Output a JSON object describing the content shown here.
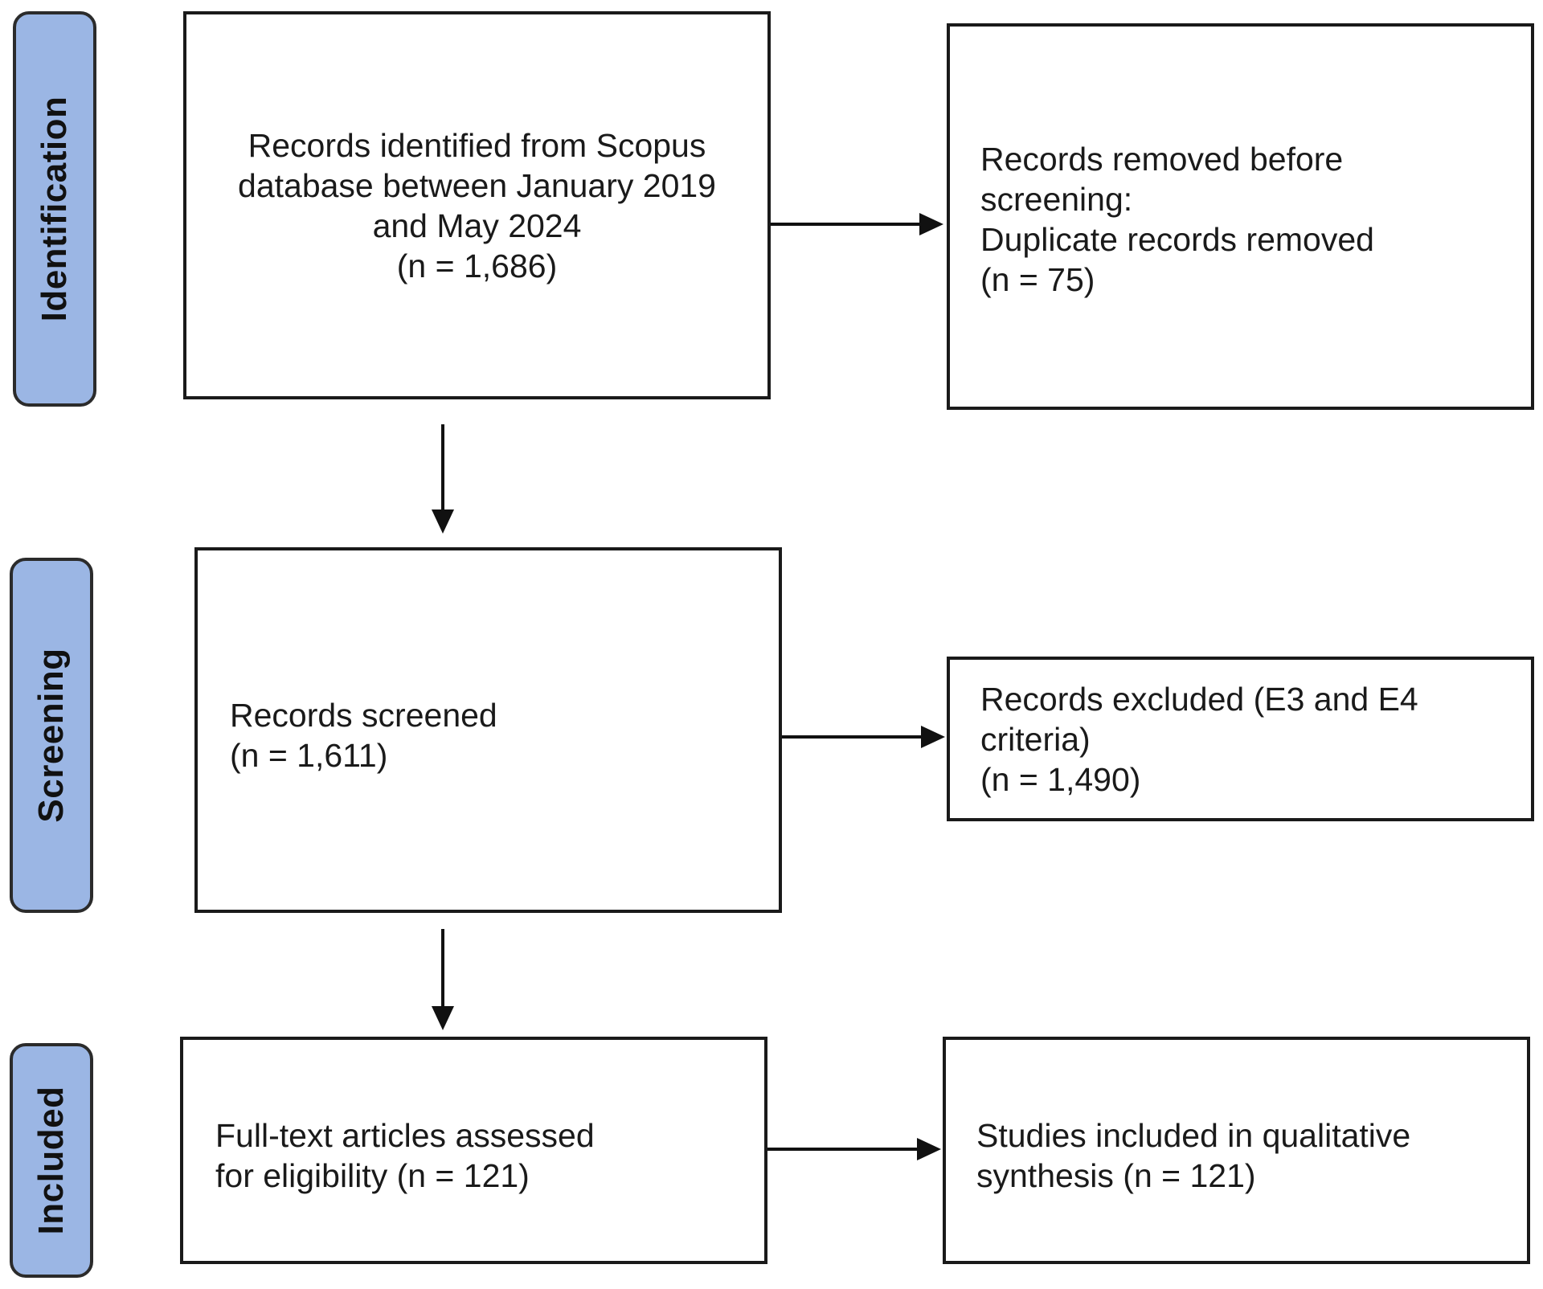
{
  "stages": {
    "identification": "Identification",
    "screening": "Screening",
    "included": "Included"
  },
  "boxes": {
    "records_identified": "Records identified from Scopus\ndatabase between January 2019\nand May 2024\n(n = 1,686)",
    "records_removed": "Records removed before\nscreening:\nDuplicate records removed\n(n = 75)",
    "records_screened": "Records screened\n(n = 1,611)",
    "records_excluded": "Records excluded (E3 and E4\ncriteria)\n(n = 1,490)",
    "full_text_assessed": "Full-text articles assessed\nfor eligibility (n = 121)",
    "studies_included": "Studies included in qualitative\nsynthesis (n = 121)"
  },
  "colors": {
    "stage_fill": "#9bb6e4",
    "border": "#1a1a1a"
  }
}
